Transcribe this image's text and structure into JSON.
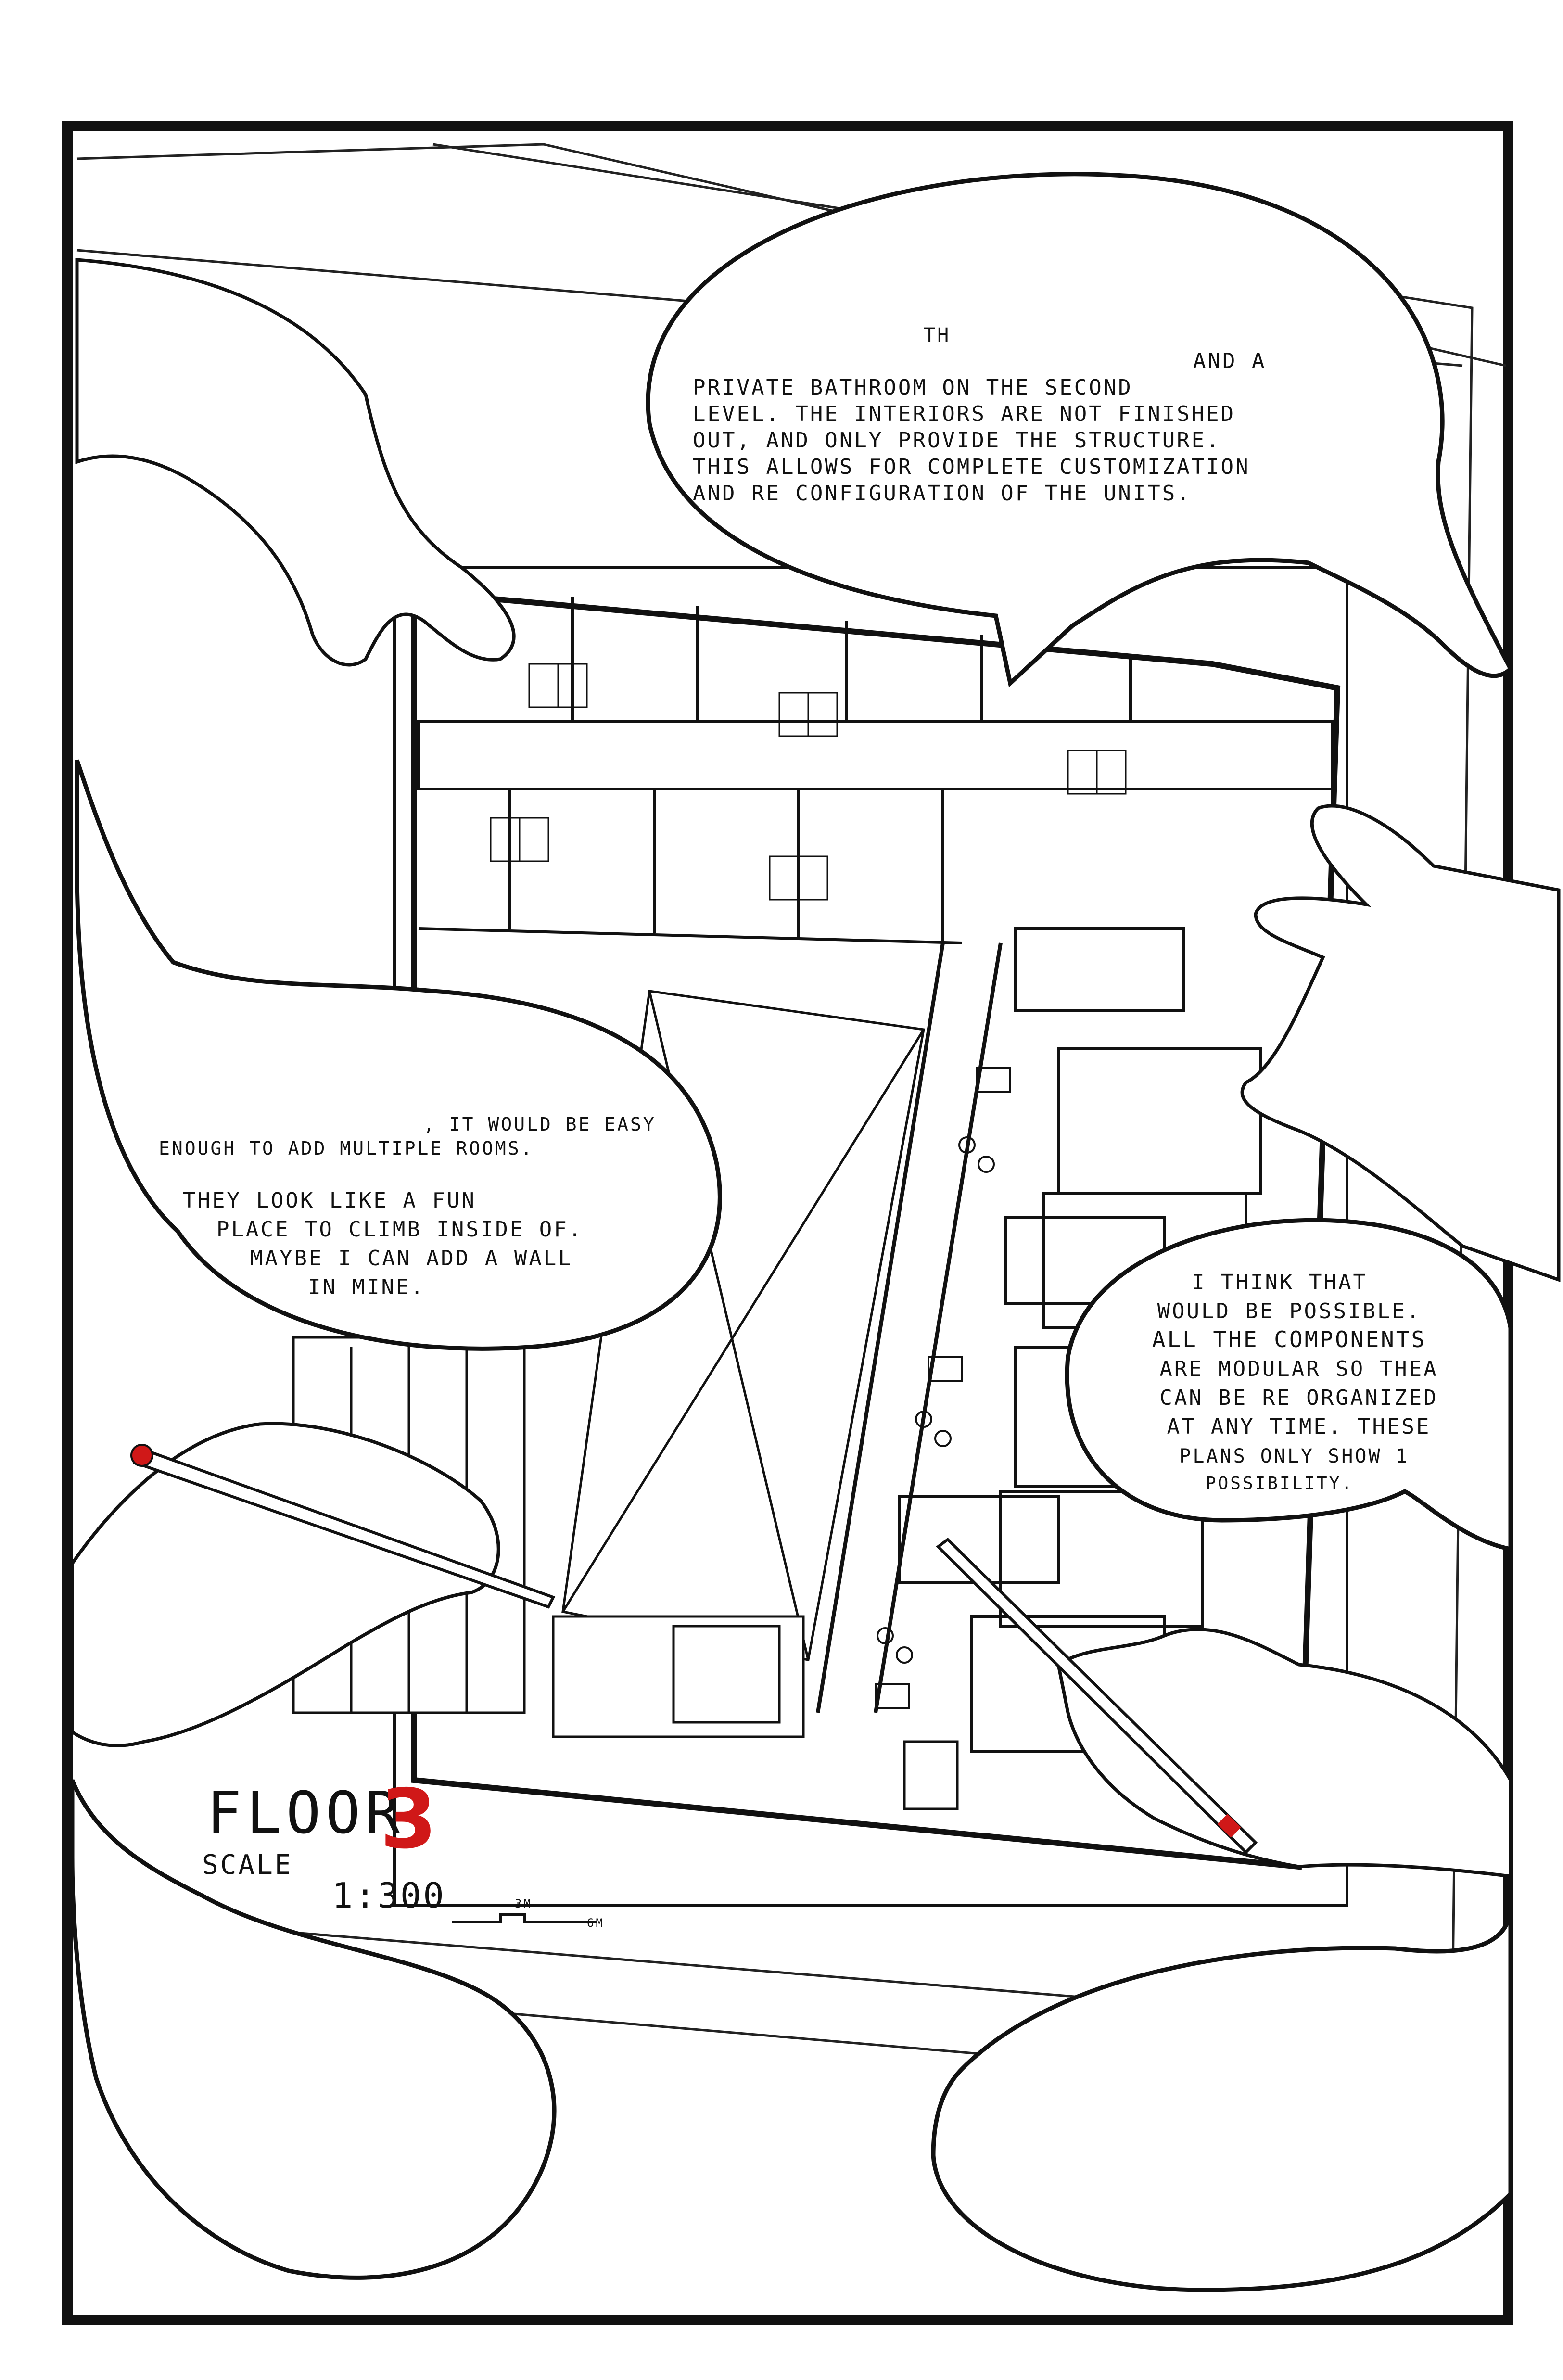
{
  "bubbles": {
    "top": {
      "lines": [
        "TH",
        "AND A",
        "PRIVATE BATHROOM ON THE SECOND",
        "LEVEL. THE INTERIORS ARE NOT FINISHED",
        "OUT, AND ONLY PROVIDE THE STRUCTURE.",
        "THIS ALLOWS FOR COMPLETE CUSTOMIZATION",
        "AND RE CONFIGURATION OF THE UNITS."
      ]
    },
    "left": {
      "lines": [
        ", IT WOULD BE EASY",
        "ENOUGH TO ADD MULTIPLE ROOMS.",
        "THEY LOOK LIKE A FUN",
        "PLACE TO CLIMB INSIDE OF.",
        "MAYBE I CAN ADD A WALL",
        "IN MINE."
      ]
    },
    "right": {
      "lines": [
        "I THINK THAT",
        "WOULD BE POSSIBLE.",
        "ALL THE COMPONENTS",
        "ARE MODULAR SO THEA",
        "CAN BE RE ORGANIZED",
        "AT ANY TIME. THESE",
        "PLANS ONLY SHOW 1",
        "POSSIBILITY."
      ]
    }
  },
  "plan": {
    "floor_label": "FLOOR",
    "floor_number": "3",
    "scale_label": "SCALE",
    "scale_value": "1:300",
    "scale_mark_1": "3M",
    "scale_mark_2": "6M"
  },
  "colors": {
    "ink": "#111111",
    "accent": "#d01818",
    "paper": "#ffffff"
  }
}
